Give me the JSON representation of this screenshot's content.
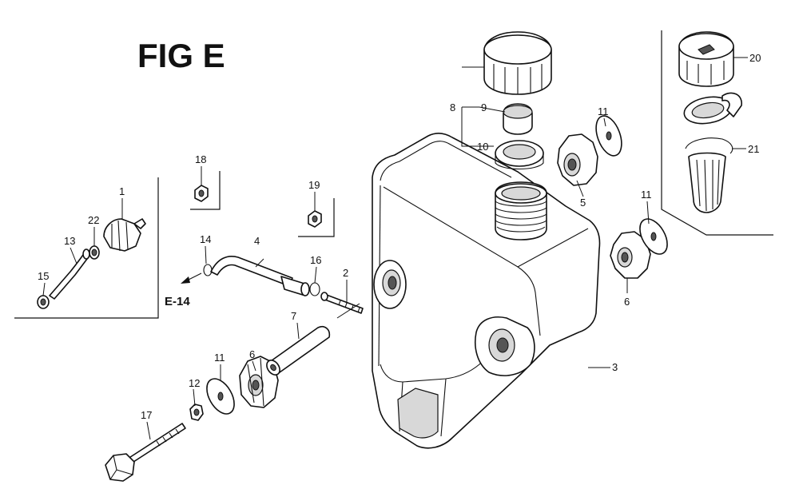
{
  "figure": {
    "title": "FIG E",
    "cross_reference": "E-14"
  },
  "callouts": [
    {
      "id": "c1",
      "label": "1"
    },
    {
      "id": "c2",
      "label": "2"
    },
    {
      "id": "c3",
      "label": "3"
    },
    {
      "id": "c4",
      "label": "4"
    },
    {
      "id": "c5",
      "label": "5"
    },
    {
      "id": "c6a",
      "label": "6"
    },
    {
      "id": "c6b",
      "label": "6"
    },
    {
      "id": "c7",
      "label": "7"
    },
    {
      "id": "c8",
      "label": "8"
    },
    {
      "id": "c9",
      "label": "9"
    },
    {
      "id": "c10",
      "label": "10"
    },
    {
      "id": "c11a",
      "label": "11"
    },
    {
      "id": "c11b",
      "label": "11"
    },
    {
      "id": "c11c",
      "label": "11"
    },
    {
      "id": "c12",
      "label": "12"
    },
    {
      "id": "c13",
      "label": "13"
    },
    {
      "id": "c14",
      "label": "14"
    },
    {
      "id": "c15",
      "label": "15"
    },
    {
      "id": "c16",
      "label": "16"
    },
    {
      "id": "c17",
      "label": "17"
    },
    {
      "id": "c18",
      "label": "18"
    },
    {
      "id": "c19",
      "label": "19"
    },
    {
      "id": "c20",
      "label": "20"
    },
    {
      "id": "c21",
      "label": "21"
    },
    {
      "id": "c22",
      "label": "22"
    }
  ]
}
